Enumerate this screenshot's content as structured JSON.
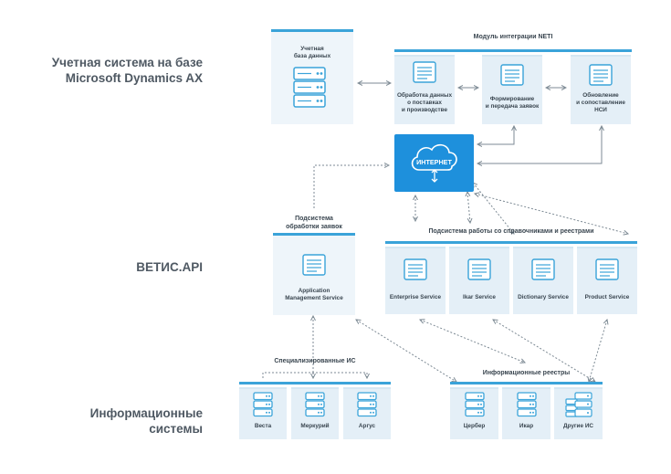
{
  "side_labels": {
    "top": [
      "Учетная система на базе",
      "Microsoft Dynamics AX"
    ],
    "middle": [
      "ВЕТИС.API"
    ],
    "bottom": [
      "Информационные",
      "системы"
    ]
  },
  "db_box": {
    "label": [
      "Учетная",
      "база данных"
    ]
  },
  "neti": {
    "title": "Модуль интеграции NETI",
    "items": [
      {
        "label": [
          "Обработка данных",
          "о поставках",
          "и производстве"
        ]
      },
      {
        "label": [
          "Формирование",
          "и передача заявок"
        ]
      },
      {
        "label": [
          "Обновление",
          "и сопоставление",
          "НСИ"
        ]
      }
    ]
  },
  "internet": {
    "label": "ИНТЕРНЕТ"
  },
  "app_subsystem": {
    "title": [
      "Подсистема",
      "обработки заявок"
    ],
    "item": [
      "Application",
      "Management Service"
    ]
  },
  "ref_subsystem": {
    "title": "Подсистема работы со справочниками и реестрами",
    "items": [
      "Enterprise Service",
      "Ikar Service",
      "Dictionary Service",
      "Product Service"
    ]
  },
  "specialized": {
    "title": "Специализированные ИС",
    "items": [
      "Веста",
      "Меркурий",
      "Аргус"
    ]
  },
  "registries": {
    "title": "Информационные реестры",
    "items": [
      "Цербер",
      "Икар",
      "Другие ИС"
    ]
  },
  "colors": {
    "accent": "#3aa3d9",
    "panel": "#eef5fa",
    "card": "#e4eff7",
    "cloud": "#1e90dc",
    "line": "#7d8a94"
  }
}
